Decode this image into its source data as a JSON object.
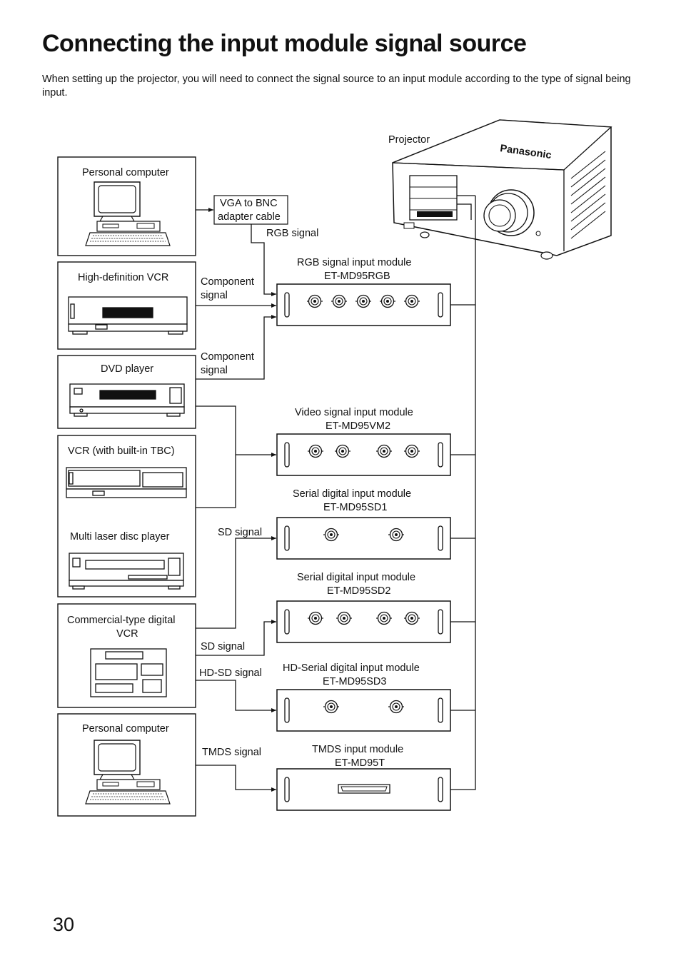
{
  "page": {
    "title": "Connecting the input module signal source",
    "intro": "When setting up the projector, you will need to connect the signal source to an input module according to the type of signal being input.",
    "page_number": "30"
  },
  "projector": {
    "label": "Projector",
    "brand": "Panasonic"
  },
  "adapter": {
    "line1": "VGA to BNC",
    "line2": "adapter cable"
  },
  "sources": {
    "pc_top": "Personal computer",
    "hd_vcr": "High-definition VCR",
    "dvd": "DVD player",
    "vcr_tbc": "VCR (with built-in TBC)",
    "laser_disc": "Multi laser disc player",
    "digital_vcr_line1": "Commercial-type digital",
    "digital_vcr_line2": "VCR",
    "pc_bottom": "Personal computer"
  },
  "signals": {
    "rgb": "RGB signal",
    "component_1_line1": "Component",
    "component_1_line2": "signal",
    "component_2_line1": "Component",
    "component_2_line2": "signal",
    "sd_1": "SD signal",
    "sd_2": "SD signal",
    "hd_sd": "HD-SD signal",
    "tmds": "TMDS signal"
  },
  "modules": [
    {
      "name": "RGB signal input module",
      "model": "ET-MD95RGB"
    },
    {
      "name": "Video signal input module",
      "model": "ET-MD95VM2"
    },
    {
      "name": "Serial digital input module",
      "model": "ET-MD95SD1"
    },
    {
      "name": "Serial digital input module",
      "model": "ET-MD95SD2"
    },
    {
      "name": "HD-Serial digital input module",
      "model": "ET-MD95SD3"
    },
    {
      "name": "TMDS input module",
      "model": "ET-MD95T"
    }
  ]
}
